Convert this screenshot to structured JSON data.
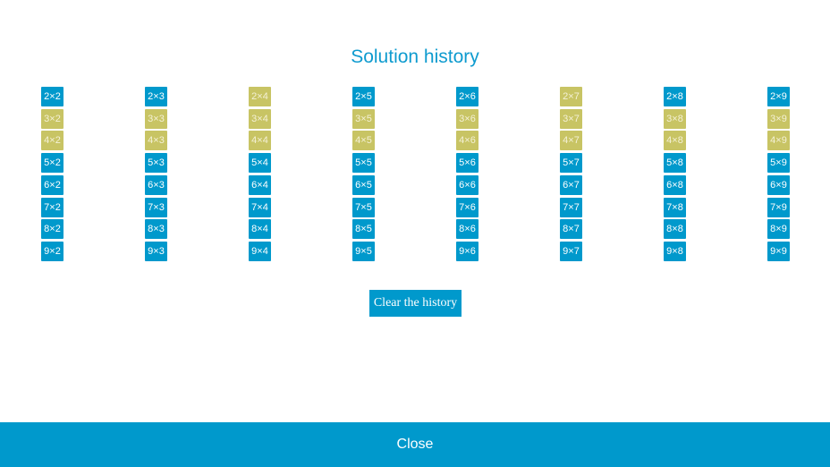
{
  "title": "Solution history",
  "colors": {
    "solved": "#0099cc",
    "other": "#c8c464"
  },
  "columns": [
    {
      "tiles": [
        {
          "label": "2×2",
          "state": "blue"
        },
        {
          "label": "3×2",
          "state": "olive"
        },
        {
          "label": "4×2",
          "state": "olive"
        },
        {
          "label": "5×2",
          "state": "blue"
        },
        {
          "label": "6×2",
          "state": "blue"
        },
        {
          "label": "7×2",
          "state": "blue"
        },
        {
          "label": "8×2",
          "state": "blue"
        },
        {
          "label": "9×2",
          "state": "blue"
        }
      ]
    },
    {
      "tiles": [
        {
          "label": "2×3",
          "state": "blue"
        },
        {
          "label": "3×3",
          "state": "olive"
        },
        {
          "label": "4×3",
          "state": "olive"
        },
        {
          "label": "5×3",
          "state": "blue"
        },
        {
          "label": "6×3",
          "state": "blue"
        },
        {
          "label": "7×3",
          "state": "blue"
        },
        {
          "label": "8×3",
          "state": "blue"
        },
        {
          "label": "9×3",
          "state": "blue"
        }
      ]
    },
    {
      "tiles": [
        {
          "label": "2×4",
          "state": "olive"
        },
        {
          "label": "3×4",
          "state": "olive"
        },
        {
          "label": "4×4",
          "state": "olive"
        },
        {
          "label": "5×4",
          "state": "blue"
        },
        {
          "label": "6×4",
          "state": "blue"
        },
        {
          "label": "7×4",
          "state": "blue"
        },
        {
          "label": "8×4",
          "state": "blue"
        },
        {
          "label": "9×4",
          "state": "blue"
        }
      ]
    },
    {
      "tiles": [
        {
          "label": "2×5",
          "state": "blue"
        },
        {
          "label": "3×5",
          "state": "olive"
        },
        {
          "label": "4×5",
          "state": "olive"
        },
        {
          "label": "5×5",
          "state": "blue"
        },
        {
          "label": "6×5",
          "state": "blue"
        },
        {
          "label": "7×5",
          "state": "blue"
        },
        {
          "label": "8×5",
          "state": "blue"
        },
        {
          "label": "9×5",
          "state": "blue"
        }
      ]
    },
    {
      "tiles": [
        {
          "label": "2×6",
          "state": "blue"
        },
        {
          "label": "3×6",
          "state": "olive"
        },
        {
          "label": "4×6",
          "state": "olive"
        },
        {
          "label": "5×6",
          "state": "blue"
        },
        {
          "label": "6×6",
          "state": "blue"
        },
        {
          "label": "7×6",
          "state": "blue"
        },
        {
          "label": "8×6",
          "state": "blue"
        },
        {
          "label": "9×6",
          "state": "blue"
        }
      ]
    },
    {
      "tiles": [
        {
          "label": "2×7",
          "state": "olive"
        },
        {
          "label": "3×7",
          "state": "olive"
        },
        {
          "label": "4×7",
          "state": "olive"
        },
        {
          "label": "5×7",
          "state": "blue"
        },
        {
          "label": "6×7",
          "state": "blue"
        },
        {
          "label": "7×7",
          "state": "blue"
        },
        {
          "label": "8×7",
          "state": "blue"
        },
        {
          "label": "9×7",
          "state": "blue"
        }
      ]
    },
    {
      "tiles": [
        {
          "label": "2×8",
          "state": "blue"
        },
        {
          "label": "3×8",
          "state": "olive"
        },
        {
          "label": "4×8",
          "state": "olive"
        },
        {
          "label": "5×8",
          "state": "blue"
        },
        {
          "label": "6×8",
          "state": "blue"
        },
        {
          "label": "7×8",
          "state": "blue"
        },
        {
          "label": "8×8",
          "state": "blue"
        },
        {
          "label": "9×8",
          "state": "blue"
        }
      ]
    },
    {
      "tiles": [
        {
          "label": "2×9",
          "state": "blue"
        },
        {
          "label": "3×9",
          "state": "olive"
        },
        {
          "label": "4×9",
          "state": "olive"
        },
        {
          "label": "5×9",
          "state": "blue"
        },
        {
          "label": "6×9",
          "state": "blue"
        },
        {
          "label": "7×9",
          "state": "blue"
        },
        {
          "label": "8×9",
          "state": "blue"
        },
        {
          "label": "9×9",
          "state": "blue"
        }
      ]
    }
  ],
  "clear_label": "Clear the history",
  "close_label": "Close"
}
